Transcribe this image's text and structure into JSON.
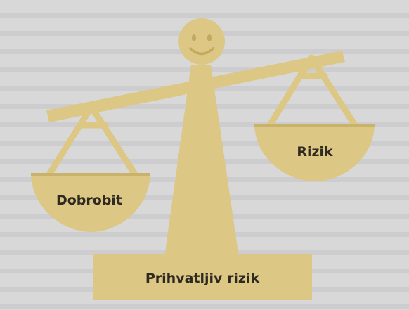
{
  "diagram": {
    "left_pan_label": "Dobrobit",
    "right_pan_label": "Rizik",
    "base_label": "Prihvatljiv rizik"
  },
  "colors": {
    "scale_fill": "#dcc784",
    "scale_shade": "#c9b26a",
    "face_features": "#c1a95f",
    "text": "#2e2a22",
    "page_background": "#d8d8d9",
    "background_text": "#b9b8b9"
  },
  "icons": {
    "face": "smiley-face-icon"
  }
}
